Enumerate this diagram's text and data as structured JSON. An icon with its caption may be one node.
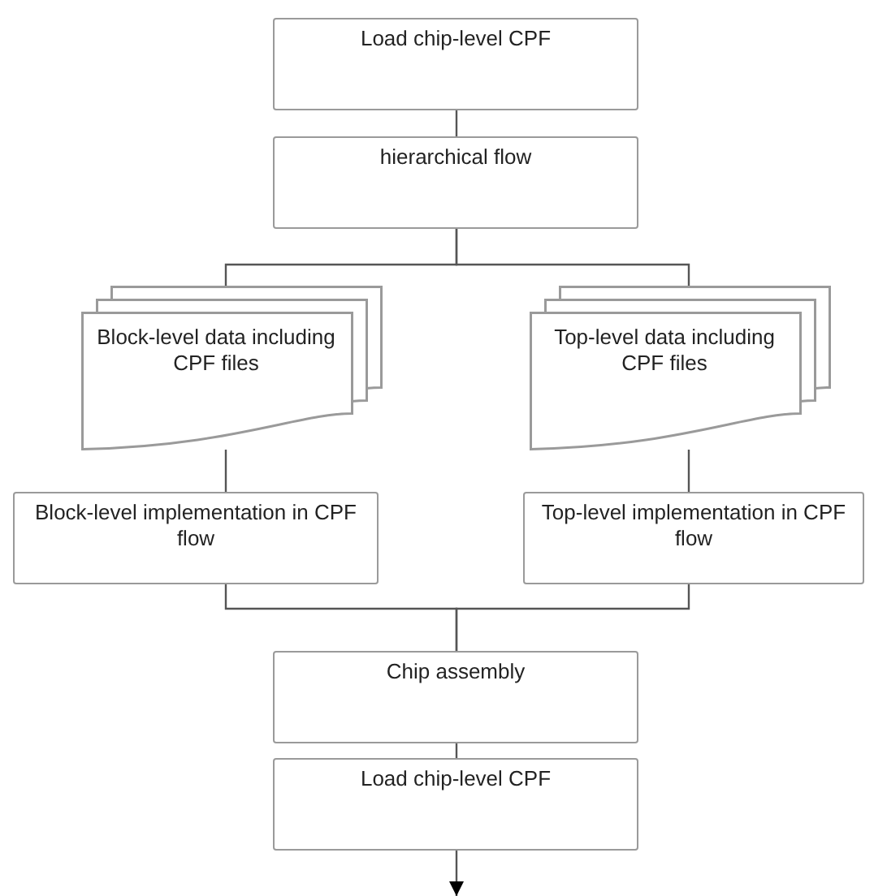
{
  "diagram": {
    "nodes": [
      {
        "text": [
          "Load chip-level CPF"
        ]
      },
      {
        "text": [
          "hierarchical flow"
        ]
      },
      {
        "text": [
          "Block-level data including CPF files"
        ]
      },
      {
        "text": [
          "Top-level data including CPF files"
        ]
      },
      {
        "text": [
          "Block-level implementation in CPF flow"
        ]
      },
      {
        "text": [
          "Top-level implementation in CPF flow"
        ]
      },
      {
        "text": [
          "Chip assembly"
        ]
      },
      {
        "text": [
          "Load chip-level CPF"
        ]
      }
    ],
    "edges": [
      {
        "from": 0,
        "to": 1,
        "arrow": "none"
      },
      {
        "from": 1,
        "to": 2,
        "arrow": "none"
      },
      {
        "from": 1,
        "to": 3,
        "arrow": "none"
      },
      {
        "from": 2,
        "to": 4,
        "arrow": "none"
      },
      {
        "from": 3,
        "to": 5,
        "arrow": "none"
      },
      {
        "from": 4,
        "to": 6,
        "arrow": "none"
      },
      {
        "from": 5,
        "to": 6,
        "arrow": "none"
      },
      {
        "from": 6,
        "to": 7,
        "arrow": "none"
      },
      {
        "from": 7,
        "to": null,
        "arrow": "to"
      }
    ]
  }
}
